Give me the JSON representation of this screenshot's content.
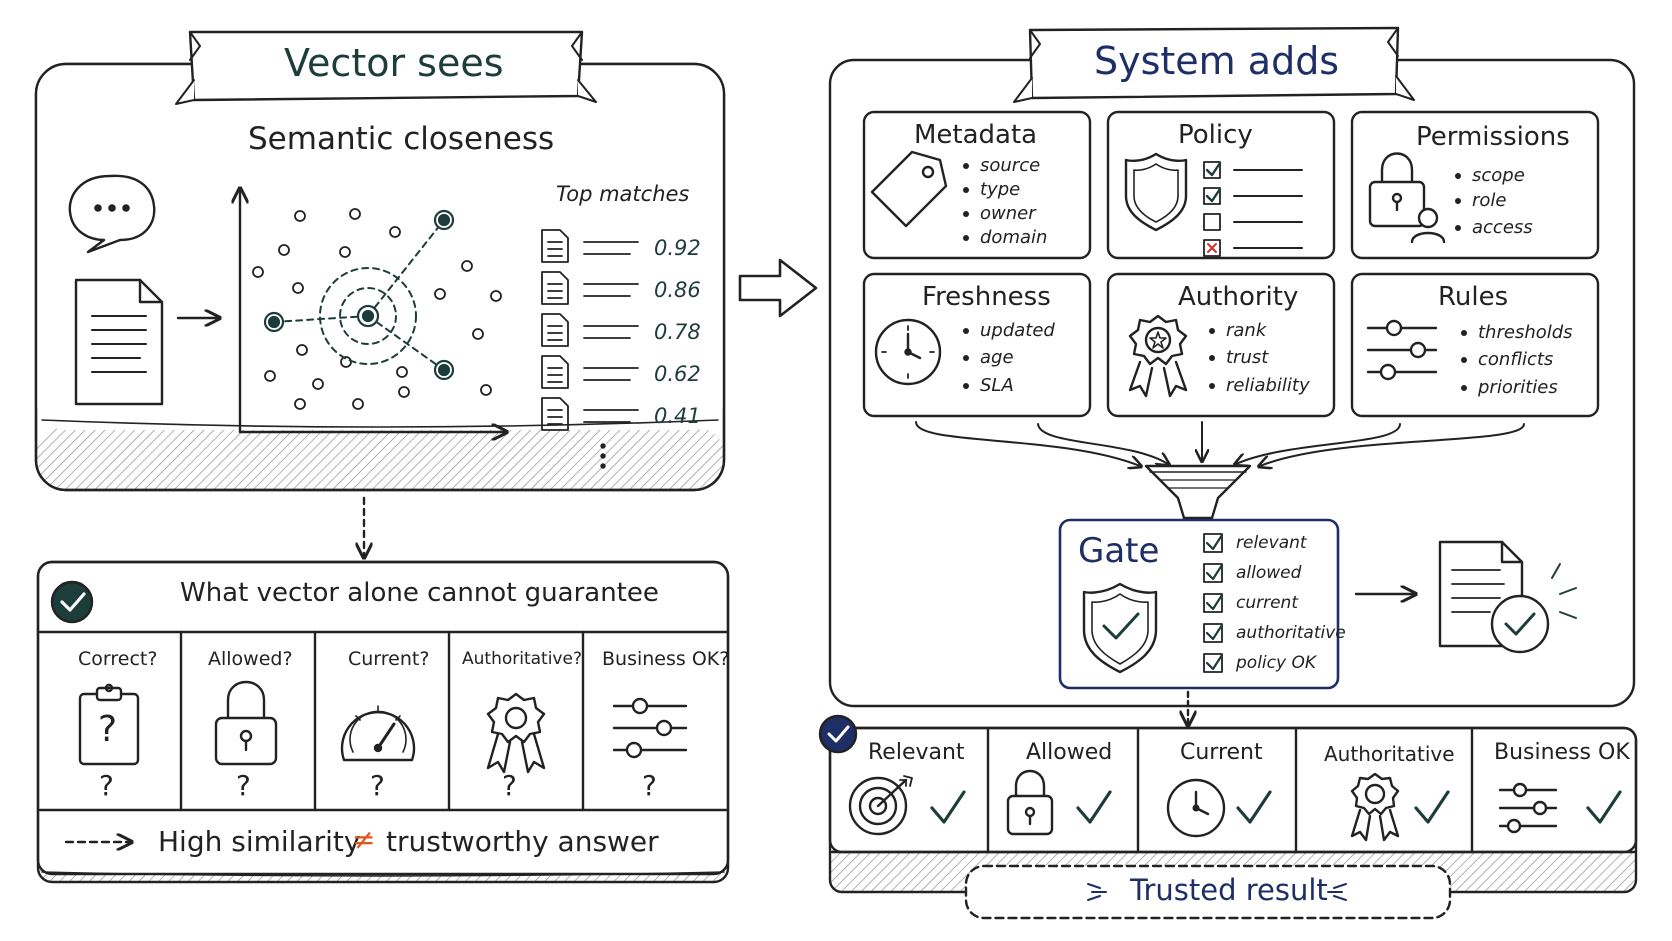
{
  "left": {
    "title": "Vector sees",
    "heading": "Semantic closeness",
    "top_matches_label": "Top matches",
    "scores": [
      "0.92",
      "0.86",
      "0.78",
      "0.62",
      "0.41"
    ]
  },
  "limits": {
    "heading": "What vector alone cannot guarantee",
    "questions": [
      {
        "label": "Correct?",
        "icon": "clipboard-question-icon",
        "mark": "?"
      },
      {
        "label": "Allowed?",
        "icon": "padlock-icon",
        "mark": "?"
      },
      {
        "label": "Current?",
        "icon": "gauge-icon",
        "mark": "?"
      },
      {
        "label": "Authoritative?",
        "icon": "award-ribbon-icon",
        "mark": "?"
      },
      {
        "label": "Business OK?",
        "icon": "sliders-icon",
        "mark": "?"
      }
    ],
    "footer_left": "High similarity",
    "footer_symbol": "≠",
    "footer_right": "trustworthy answer"
  },
  "right": {
    "title": "System adds",
    "cards": [
      {
        "title": "Metadata",
        "icon": "tag-icon",
        "items": [
          "source",
          "type",
          "owner",
          "domain"
        ]
      },
      {
        "title": "Policy",
        "icon": "shield-checklist-icon",
        "items": []
      },
      {
        "title": "Permissions",
        "icon": "lock-user-icon",
        "items": [
          "scope",
          "role",
          "access"
        ]
      },
      {
        "title": "Freshness",
        "icon": "clock-icon",
        "items": [
          "updated",
          "age",
          "SLA"
        ]
      },
      {
        "title": "Authority",
        "icon": "award-ribbon-icon",
        "items": [
          "rank",
          "trust",
          "reliability"
        ]
      },
      {
        "title": "Rules",
        "icon": "sliders-icon",
        "items": [
          "thresholds",
          "conflicts",
          "priorities"
        ]
      }
    ],
    "gate": {
      "title": "Gate",
      "checks": [
        "relevant",
        "allowed",
        "current",
        "authoritative",
        "policy OK"
      ]
    },
    "results": [
      {
        "label": "Relevant",
        "icon": "target-icon"
      },
      {
        "label": "Allowed",
        "icon": "padlock-icon"
      },
      {
        "label": "Current",
        "icon": "clock-icon"
      },
      {
        "label": "Authoritative",
        "icon": "award-ribbon-icon"
      },
      {
        "label": "Business OK",
        "icon": "sliders-icon"
      }
    ],
    "trusted": "Trusted result"
  },
  "colors": {
    "ink": "#222222",
    "teal": "#1d3d3a",
    "navy": "#1e2e66",
    "orange": "#e0551b",
    "red": "#d0302a"
  }
}
